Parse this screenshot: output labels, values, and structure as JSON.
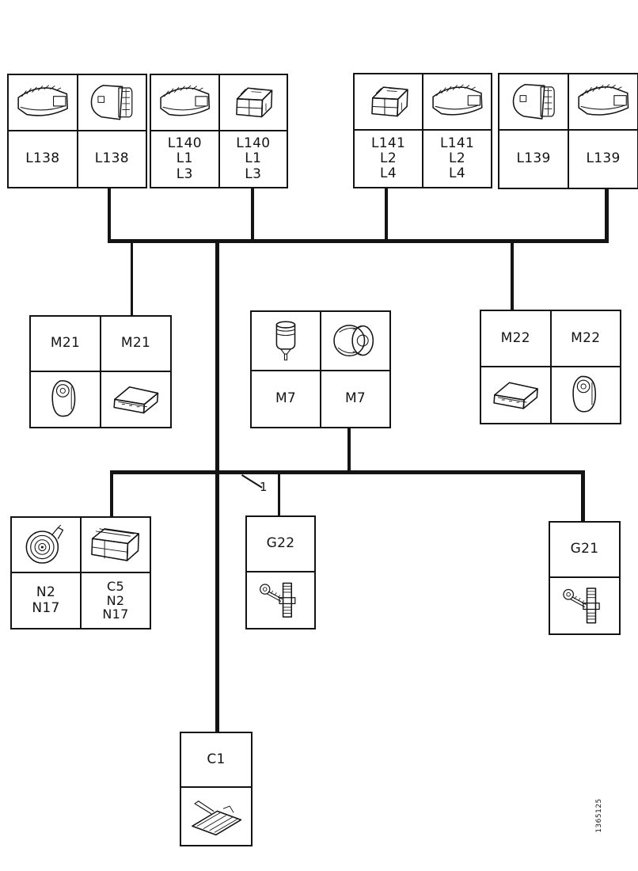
{
  "page": {
    "background": "#ffffff",
    "ink": "#141414"
  },
  "boxes": {
    "l138": {
      "cells": [
        {
          "label": "L138",
          "icon": "wedge-connector"
        },
        {
          "label": "L138",
          "icon": "cylinder-connector"
        }
      ]
    },
    "l140": {
      "cells": [
        {
          "label": "L140\nL1\nL3",
          "icon": "wedge-connector"
        },
        {
          "label": "L140\nL1\nL3",
          "icon": "block-connector"
        }
      ]
    },
    "l141": {
      "cells": [
        {
          "label": "L141\nL2\nL4",
          "icon": "block-connector"
        },
        {
          "label": "L141\nL2\nL4",
          "icon": "wedge-connector"
        }
      ]
    },
    "l139": {
      "cells": [
        {
          "label": "L139",
          "icon": "cylinder-connector"
        },
        {
          "label": "L139",
          "icon": "wedge-connector"
        }
      ]
    },
    "m21": {
      "cells": [
        {
          "label": "M21",
          "icon": "oval-sensor"
        },
        {
          "label": "M21",
          "icon": "relay-box"
        }
      ]
    },
    "m7": {
      "cells": [
        {
          "label": "M7",
          "icon": "pump-motor"
        },
        {
          "label": "M7",
          "icon": "round-motor"
        }
      ]
    },
    "m22": {
      "cells": [
        {
          "label": "M22",
          "icon": "relay-box"
        },
        {
          "label": "M22",
          "icon": "oval-sensor"
        }
      ]
    },
    "n2": {
      "cells": [
        {
          "label": "N2\nN17",
          "icon": "horn"
        },
        {
          "label": "C5\nN2\nN17",
          "icon": "relay-big"
        }
      ]
    },
    "g22": {
      "label": "G22",
      "icon": "ground-stud"
    },
    "g21": {
      "label": "G21",
      "icon": "ground-stud"
    },
    "c1": {
      "label": "C1",
      "icon": "junction-assembly"
    }
  },
  "annotation": {
    "label": "1"
  },
  "footer": {
    "doc_id": "1365125"
  }
}
